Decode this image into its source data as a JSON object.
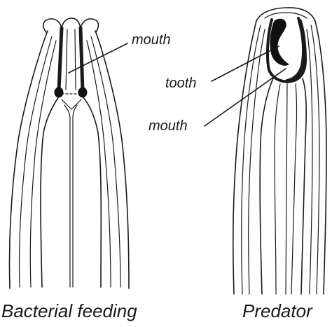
{
  "left_specimen": {
    "caption": "Bacterial feeding",
    "callouts": {
      "mouth": "mouth"
    }
  },
  "right_specimen": {
    "caption": "Predator",
    "callouts": {
      "tooth": "tooth",
      "mouth": "mouth"
    }
  }
}
